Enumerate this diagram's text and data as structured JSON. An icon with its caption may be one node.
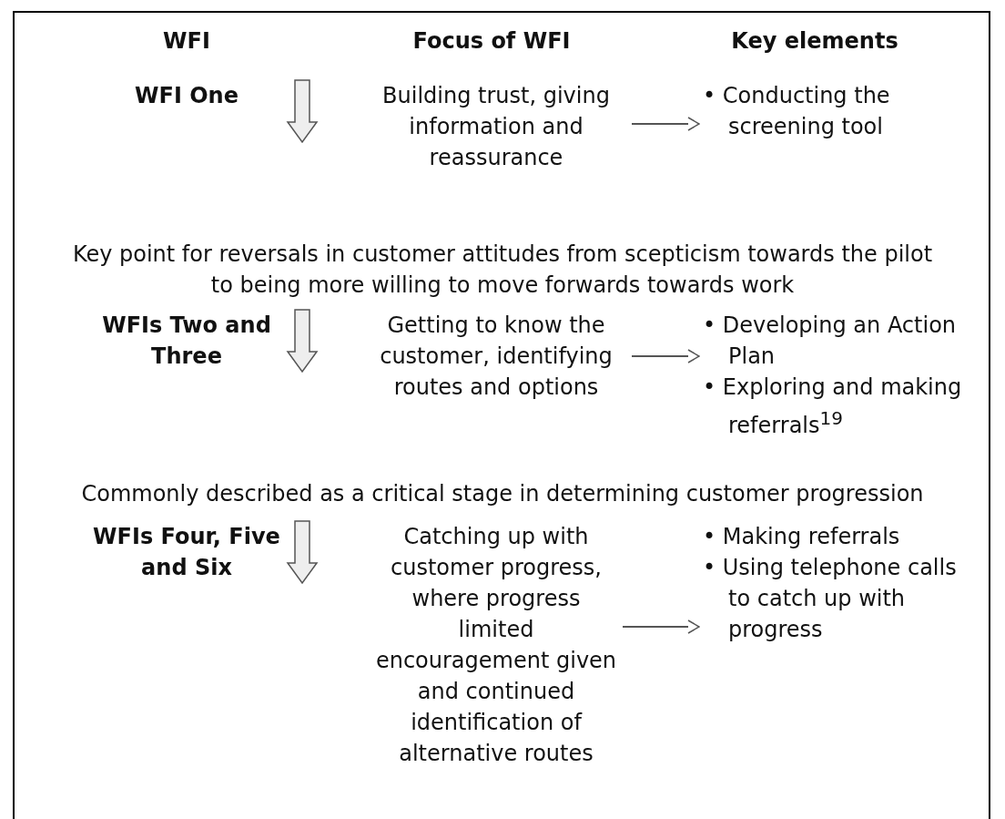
{
  "diagram": {
    "nodes": [
      {
        "text": [
          "Building trust, giving information and reassurance"
        ]
      },
      {
        "text": [
          "• Conducting the screening tool"
        ]
      },
      {
        "text": [
          "Getting to know the customer, identifying routes and options"
        ]
      },
      {
        "text": [
          "• Developing an Action Plan",
          "• Exploring and making referrals$^{19}$"
        ]
      },
      {
        "text": [
          "Catching up with customer progress, where progress limited encouragement given and continued identification of alternative routes"
        ]
      },
      {
        "text": [
          "• Making referrals",
          "• Using telephone calls to catch up with progress"
        ]
      }
    ],
    "edges": [
      {
        "from": 0,
        "to": 1,
        "arrow": "to"
      },
      {
        "from": 2,
        "to": 3,
        "arrow": "to"
      },
      {
        "from": 4,
        "to": 5,
        "arrow": "to"
      }
    ],
    "labels": [
      "WFI",
      "Focus of WFI",
      "Key elements",
      "WFI One",
      "Key point for reversals in customer attitudes from scepticism towards the pilot to being more willing to move forwards towards work",
      "WFIs Two and Three",
      "Commonly described as a critical stage in determining customer progression",
      "WFIs Four, Five and Six"
    ]
  }
}
